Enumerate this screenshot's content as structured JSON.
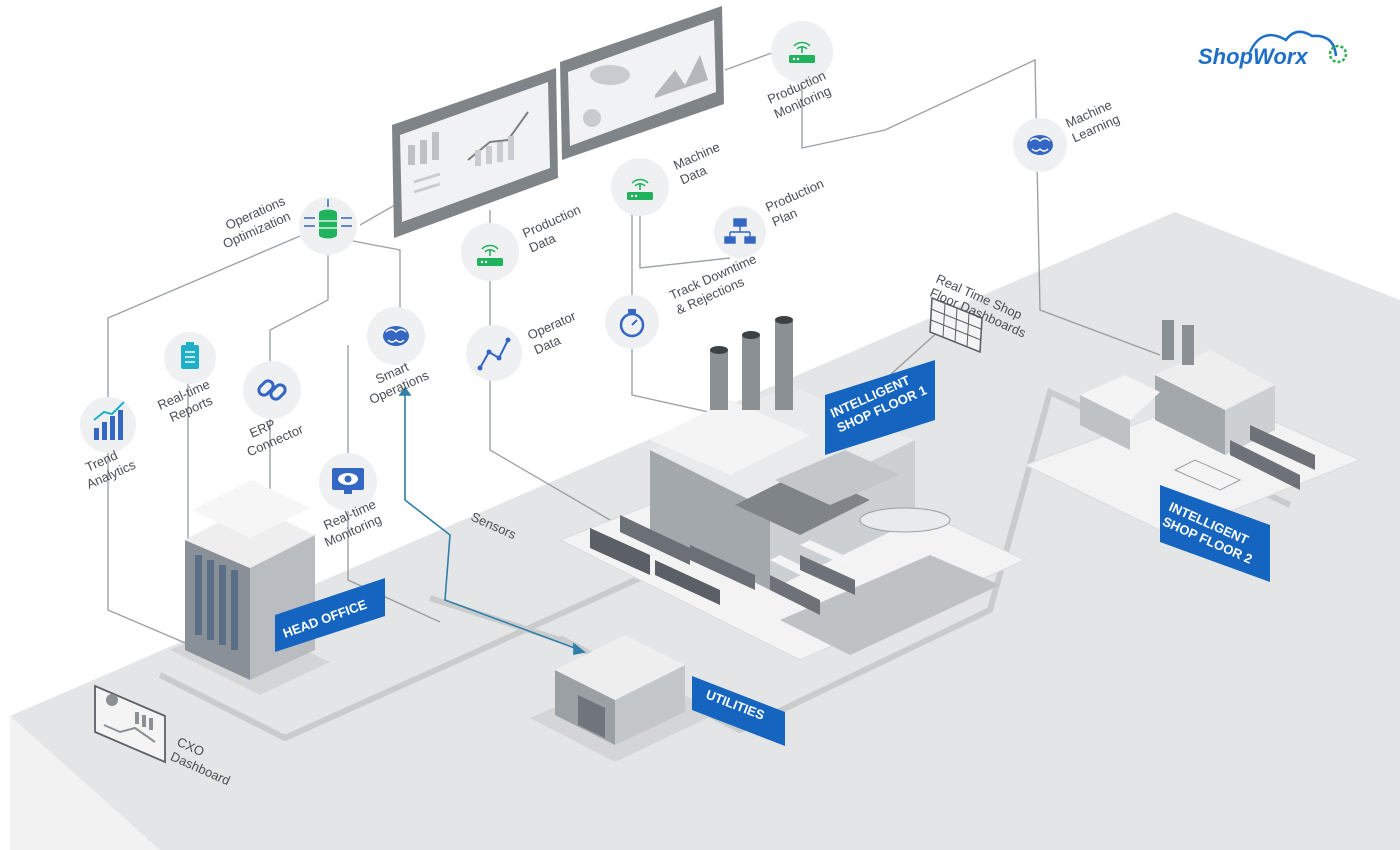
{
  "brand": {
    "logo_text": "ShopWorx",
    "colors": {
      "blue": "#1f6fc8",
      "green": "#2fae52"
    }
  },
  "colors": {
    "accent_blue": "#1565c0",
    "icon_green": "#1fae5b",
    "icon_blue": "#3466c4",
    "line": "#8b9096",
    "ground": "#e4e5e6"
  },
  "nodes": {
    "operations_optimization": [
      "Operations",
      "Optimization"
    ],
    "production_monitoring": [
      "Production",
      "Monitoring"
    ],
    "machine_learning": [
      "Machine",
      "Learning"
    ],
    "machine_data": [
      "Machine",
      "Data"
    ],
    "production_plan": [
      "Production",
      "Plan"
    ],
    "production_data": [
      "Production",
      "Data"
    ],
    "track_downtime": [
      "Track Downtime",
      "& Rejections"
    ],
    "operator_data": [
      "Operator",
      "Data"
    ],
    "smart_operations": [
      "Smart",
      "Operations"
    ],
    "realtime_reports": [
      "Real-time",
      "Reports"
    ],
    "erp_connector": [
      "ERP",
      "Connector"
    ],
    "trend_analytics": [
      "Trend",
      "Analytics"
    ],
    "realtime_monitoring": [
      "Real-time",
      "Monitoring"
    ],
    "realtime_dashboards": [
      "Real Time Shop",
      "Floor Dashboards"
    ],
    "cxo_dashboard": [
      "CXO",
      "Dashboard"
    ],
    "sensors": "Sensors"
  },
  "buildings": {
    "shop_floor_1": [
      "INTELLIGENT",
      "SHOP FLOOR 1"
    ],
    "shop_floor_2": [
      "INTELLIGENT",
      "SHOP FLOOR 2"
    ],
    "head_office": "HEAD OFFICE",
    "utilities": "UTILITIES"
  },
  "icons": {
    "operations_optimization": "database-arrows-icon",
    "production_monitoring": "signal-device-icon",
    "machine_learning": "brain-icon",
    "machine_data": "signal-device-icon",
    "production_plan": "hierarchy-icon",
    "production_data": "signal-device-icon",
    "track_downtime": "stopwatch-icon",
    "operator_data": "line-graph-icon",
    "smart_operations": "brain-icon",
    "realtime_reports": "checklist-icon",
    "erp_connector": "link-icon",
    "trend_analytics": "bar-trend-icon",
    "realtime_monitoring": "eye-monitor-icon"
  }
}
